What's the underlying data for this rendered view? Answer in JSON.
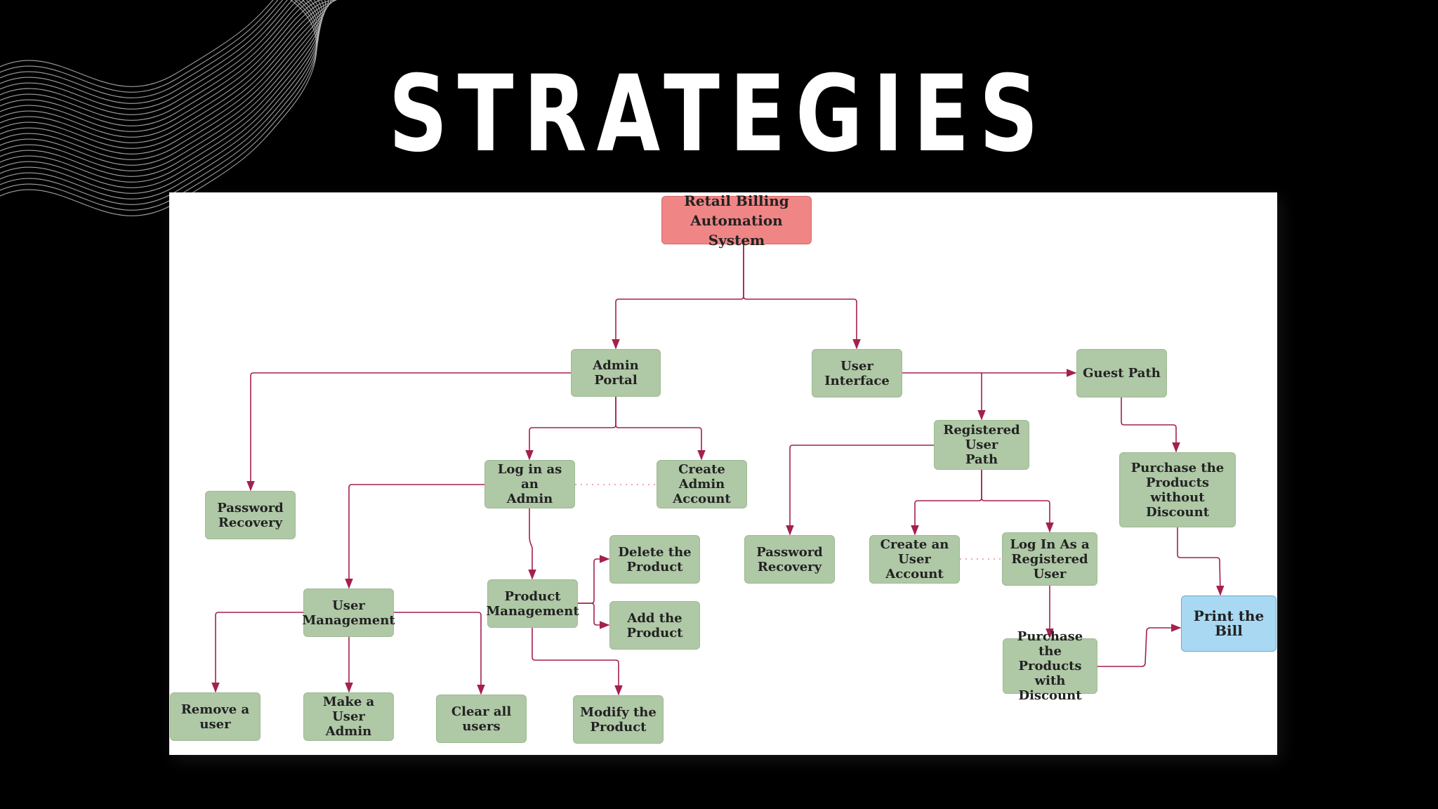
{
  "slide": {
    "title": "STRATEGIES"
  },
  "diagram": {
    "nodes": {
      "root": "Retail Billing\nAutomation System",
      "admin_portal": "Admin Portal",
      "user_interface": "User Interface",
      "guest_path": "Guest Path",
      "password_recovery_admin": "Password\nRecovery",
      "login_admin": "Log in as an\nAdmin",
      "create_admin_account": "Create Admin\nAccount",
      "user_management": "User\nManagement",
      "product_management": "Product\nManagement",
      "delete_product": "Delete the\nProduct",
      "add_product": "Add the\nProduct",
      "modify_product": "Modify the\nProduct",
      "remove_user": "Remove a user",
      "make_user_admin": "Make a User\nAdmin",
      "clear_all_users": "Clear all users",
      "registered_user_path": "Registered User\nPath",
      "password_recovery_user": "Password\nRecovery",
      "create_user_account": "Create an User\nAccount",
      "login_registered_user": "Log In As a\nRegistered User",
      "purchase_with_discount": "Purchase the\nProducts with\nDiscount",
      "purchase_without_discount": "Purchase the\nProducts without\nDiscount",
      "print_bill": "Print the Bill"
    },
    "edges": [
      [
        "root",
        "admin_portal"
      ],
      [
        "root",
        "user_interface"
      ],
      [
        "admin_portal",
        "password_recovery_admin"
      ],
      [
        "admin_portal",
        "login_admin"
      ],
      [
        "admin_portal",
        "create_admin_account"
      ],
      [
        "login_admin",
        "user_management"
      ],
      [
        "login_admin",
        "product_management"
      ],
      [
        "product_management",
        "delete_product"
      ],
      [
        "product_management",
        "add_product"
      ],
      [
        "product_management",
        "modify_product"
      ],
      [
        "user_management",
        "remove_user"
      ],
      [
        "user_management",
        "make_user_admin"
      ],
      [
        "user_management",
        "clear_all_users"
      ],
      [
        "user_interface",
        "guest_path"
      ],
      [
        "user_interface",
        "registered_user_path"
      ],
      [
        "registered_user_path",
        "password_recovery_user"
      ],
      [
        "registered_user_path",
        "create_user_account"
      ],
      [
        "registered_user_path",
        "login_registered_user"
      ],
      [
        "login_registered_user",
        "purchase_with_discount"
      ],
      [
        "purchase_with_discount",
        "print_bill"
      ],
      [
        "guest_path",
        "purchase_without_discount"
      ],
      [
        "purchase_without_discount",
        "print_bill"
      ]
    ],
    "dotted_links": [
      [
        "login_admin",
        "create_admin_account"
      ],
      [
        "create_user_account",
        "login_registered_user"
      ]
    ],
    "colors": {
      "edge": "#a3204f",
      "dotted_link": "#e88aa8",
      "node_fill": "#afc8a6",
      "root_fill": "#f08585",
      "final_fill": "#a9d9f2"
    }
  }
}
